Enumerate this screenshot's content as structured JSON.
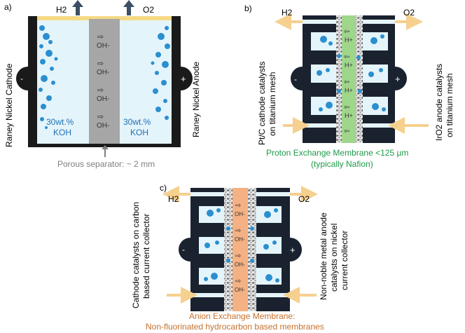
{
  "colors": {
    "frame": "#1a1a1a",
    "electrolyte": "#e4f4fb",
    "bubble": "#2a8fd0",
    "bubble_dark": "#0f5f9e",
    "separator": "#a6a6a6",
    "gas_seal": "#f5d985",
    "arrow_out": "#3b4f66",
    "arrow_flow": "#f6d08f",
    "pem": "#9fd68c",
    "aem": "#f4b183",
    "kohtext": "#1f6fb3",
    "pem_label": "#1e9a4a",
    "aem_label": "#c5712e",
    "gray_label": "#7f7f7f"
  },
  "panel_a": {
    "tag": "a)",
    "h2": "H2",
    "o2": "O2",
    "cathode_label": "Raney Nickel Cathode",
    "anode_label": "Raney Nickel Anode",
    "koh_left_1": "30wt.%",
    "koh_left_2": "KOH",
    "koh_right_1": "30wt.%",
    "koh_right_2": "KOH",
    "minus": "-",
    "plus": "+",
    "ion": "OH-",
    "separator_label": "Porous separator: ~ 2 mm"
  },
  "panel_b": {
    "tag": "b)",
    "h2": "H2",
    "o2": "O2",
    "cathode_label_1": "Pt/C cathode catalysts",
    "cathode_label_2": "on titanium mesh",
    "anode_label_1": "IrO2 anode catalysts",
    "anode_label_2": "on titanium mesh",
    "minus": "-",
    "plus": "+",
    "ion": "H+",
    "membrane_label_1": "Proton Exchange Membrane <125 µm",
    "membrane_label_2": "(typically Nafion)"
  },
  "panel_c": {
    "tag": "c)",
    "h2": "H2",
    "o2": "O2",
    "cathode_label_1": "Cathode catalysts on carbon",
    "cathode_label_2": "based current collector",
    "anode_label_1": "Non-noble metal anode",
    "anode_label_2": "catalysts on nickel",
    "anode_label_3": "current collector",
    "minus": "-",
    "plus": "+",
    "ion": "OH-",
    "membrane_label_1": "Anion Exchange Membrane:",
    "membrane_label_2": "Non-fluorinated hydrocarbon based membranes"
  }
}
